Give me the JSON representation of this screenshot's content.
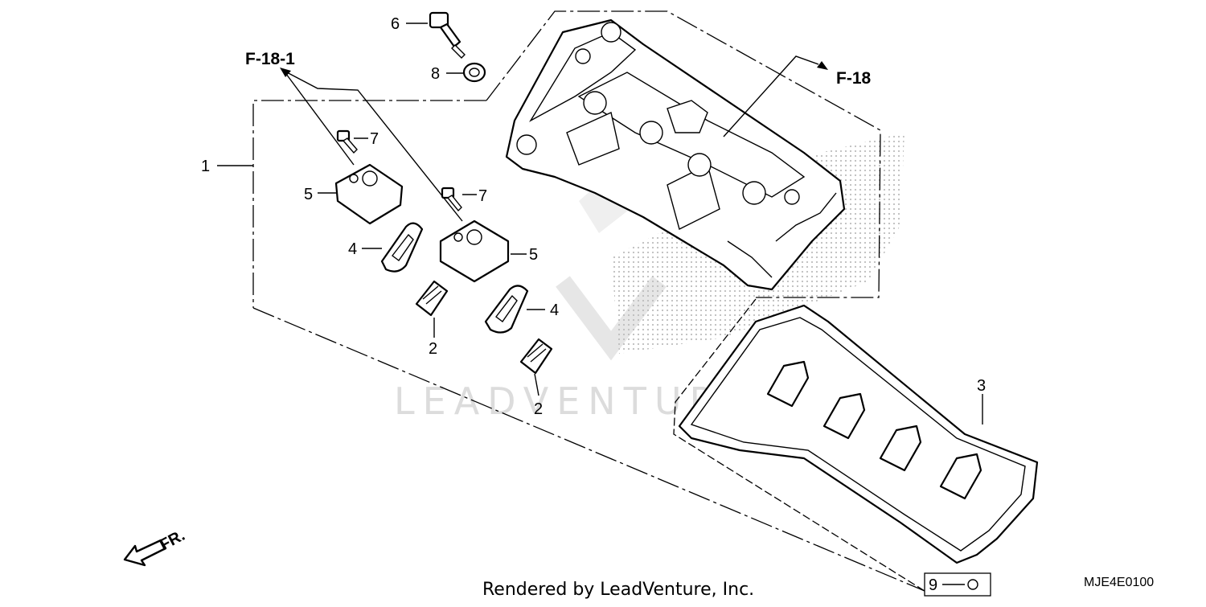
{
  "diagram": {
    "callouts": {
      "p1": "1",
      "p2a": "2",
      "p2b": "2",
      "p3": "3",
      "p4a": "4",
      "p4b": "4",
      "p5a": "5",
      "p5b": "5",
      "p6": "6",
      "p7a": "7",
      "p7b": "7",
      "p8": "8",
      "p9": "9"
    },
    "references": {
      "left": "F-18-1",
      "right": "F-18"
    },
    "direction_label": "FR.",
    "watermark": "LEADVENTURE",
    "footer": {
      "rendered_by": "Rendered by LeadVenture, Inc.",
      "diagram_code": "MJE4E0100"
    }
  }
}
